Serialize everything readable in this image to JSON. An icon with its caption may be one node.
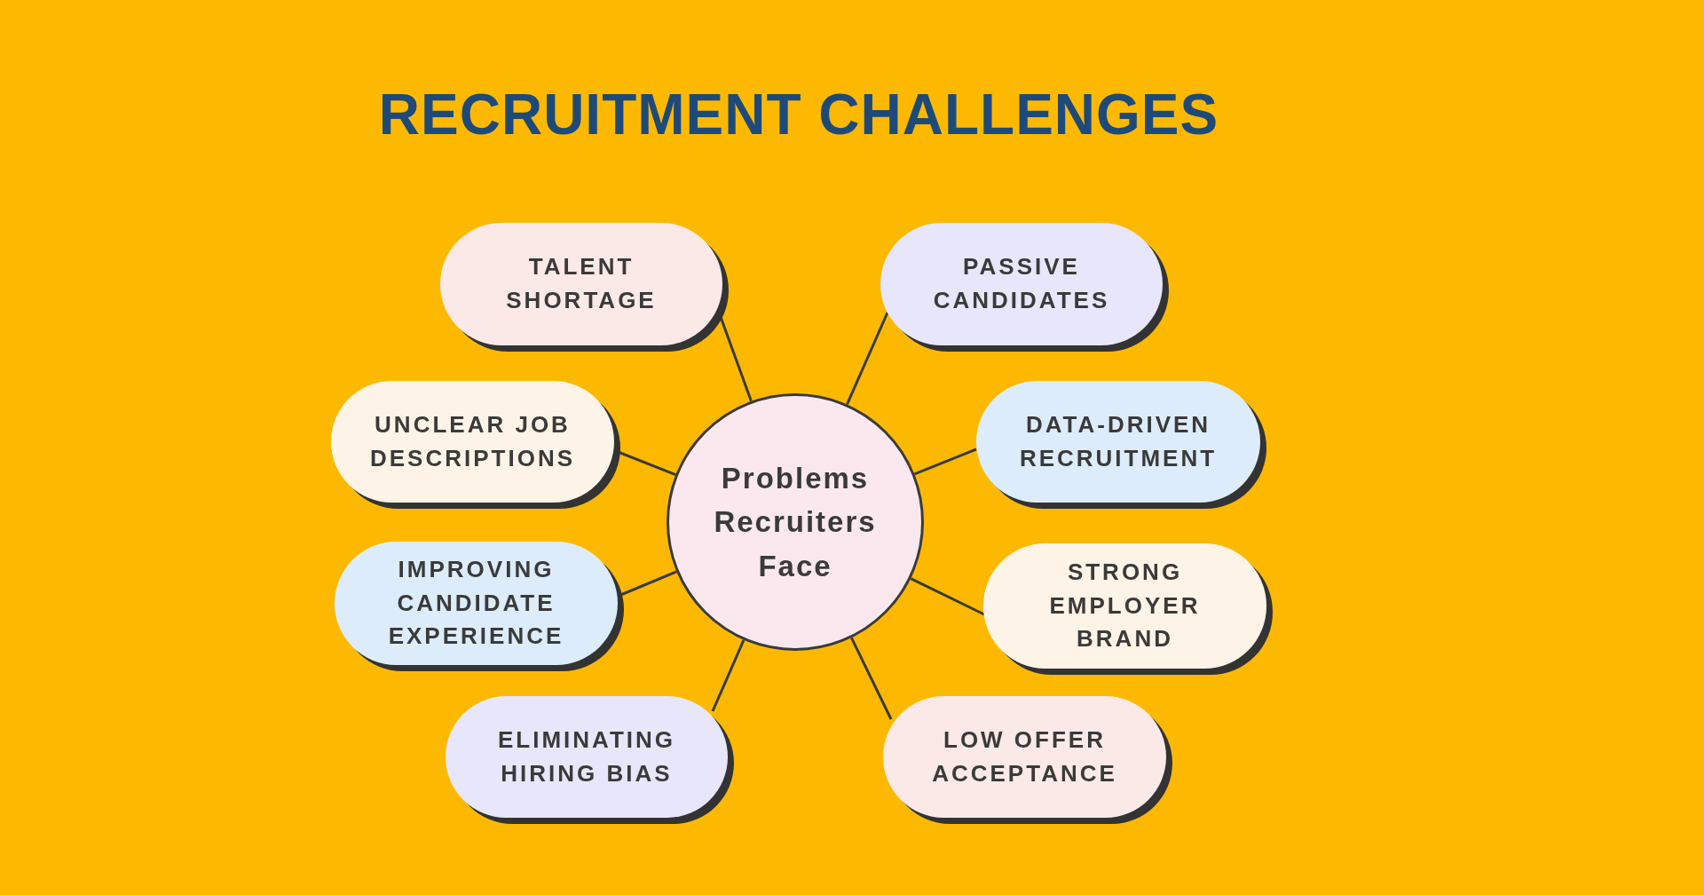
{
  "diagram": {
    "title": "RECRUITMENT CHALLENGES",
    "nodes": [
      {
        "text": [
          "Problems Recruiters Face"
        ]
      },
      {
        "text": [
          "TALENT SHORTAGE"
        ]
      },
      {
        "text": [
          "PASSIVE CANDIDATES"
        ]
      },
      {
        "text": [
          "UNCLEAR JOB DESCRIPTIONS"
        ]
      },
      {
        "text": [
          "DATA-DRIVEN RECRUITMENT"
        ]
      },
      {
        "text": [
          "IMPROVING CANDIDATE EXPERIENCE"
        ]
      },
      {
        "text": [
          "STRONG EMPLOYER BRAND"
        ]
      },
      {
        "text": [
          "ELIMINATING HIRING BIAS"
        ]
      },
      {
        "text": [
          "LOW OFFER ACCEPTANCE"
        ]
      }
    ],
    "edges": [
      {
        "from": 0,
        "to": 1,
        "arrow": "none"
      },
      {
        "from": 0,
        "to": 2,
        "arrow": "none"
      },
      {
        "from": 0,
        "to": 3,
        "arrow": "none"
      },
      {
        "from": 0,
        "to": 4,
        "arrow": "none"
      },
      {
        "from": 0,
        "to": 5,
        "arrow": "none"
      },
      {
        "from": 0,
        "to": 6,
        "arrow": "none"
      },
      {
        "from": 0,
        "to": 7,
        "arrow": "none"
      },
      {
        "from": 0,
        "to": 8,
        "arrow": "none"
      }
    ]
  }
}
